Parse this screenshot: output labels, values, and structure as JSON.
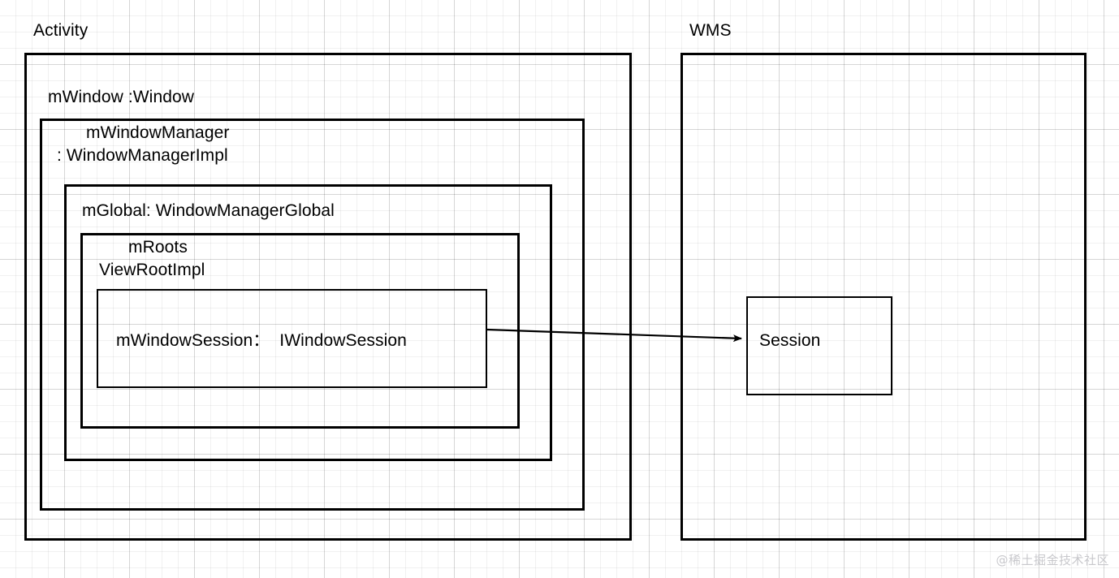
{
  "diagram": {
    "type": "nested-containment-diagram",
    "title_left": "Activity",
    "title_right": "WMS",
    "background": "#ffffff",
    "stroke_color": "#000000",
    "grid_color": "#ebebeb"
  },
  "groups": [
    {
      "name": "activity",
      "label": "Activity"
    },
    {
      "name": "wms",
      "label": "WMS"
    }
  ],
  "boxes": {
    "activity_container": {
      "label": ""
    },
    "wms_container": {
      "label": ""
    },
    "window": {
      "label": "mWindow :Window"
    },
    "window_manager_impl": {
      "line1": "mWindowManager",
      "line2": ": WindowManagerImpl"
    },
    "window_manager_global": {
      "label": "mGlobal: WindowManagerGlobal"
    },
    "view_root_impl": {
      "line1": "mRoots",
      "line2": "ViewRootImpl"
    },
    "window_session": {
      "label": "mWindowSession：  IWindowSession"
    },
    "session": {
      "label": "Session"
    }
  },
  "connector": {
    "from": "window_session",
    "to": "session",
    "style": "solid-arrow",
    "arrowhead": "filled-triangle",
    "label": ""
  },
  "watermark": {
    "text": "@稀土掘金技术社区",
    "color": "#c8c8cc"
  }
}
